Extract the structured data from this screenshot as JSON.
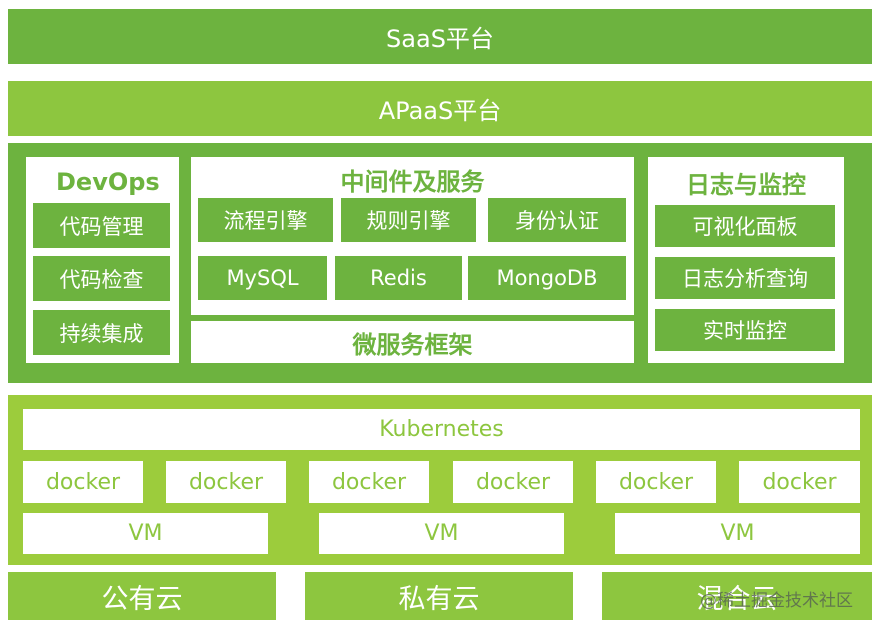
{
  "saas": {
    "label": "SaaS平台"
  },
  "apaas": {
    "label": "APaaS平台"
  },
  "devops": {
    "title": "DevOps",
    "items": [
      "代码管理",
      "代码检查",
      "持续集成"
    ]
  },
  "middleware": {
    "title": "中间件及服务",
    "row1": [
      "流程引擎",
      "规则引擎",
      "身份认证"
    ],
    "row2": [
      "MySQL",
      "Redis",
      "MongoDB"
    ],
    "framework": "微服务框架"
  },
  "logging": {
    "title": "日志与监控",
    "items": [
      "可视化面板",
      "日志分析查询",
      "实时监控"
    ]
  },
  "infra": {
    "kubernetes": "Kubernetes",
    "dockers": [
      "docker",
      "docker",
      "docker",
      "docker",
      "docker",
      "docker"
    ],
    "vms": [
      "VM",
      "VM",
      "VM"
    ]
  },
  "clouds": [
    "公有云",
    "私有云",
    "混合云"
  ],
  "watermark": "@稀土掘金技术社区",
  "colors": {
    "dark_green": "#6db33f",
    "light_green": "#8dc63f",
    "panel_green": "#9ccc3c",
    "white": "#ffffff"
  }
}
